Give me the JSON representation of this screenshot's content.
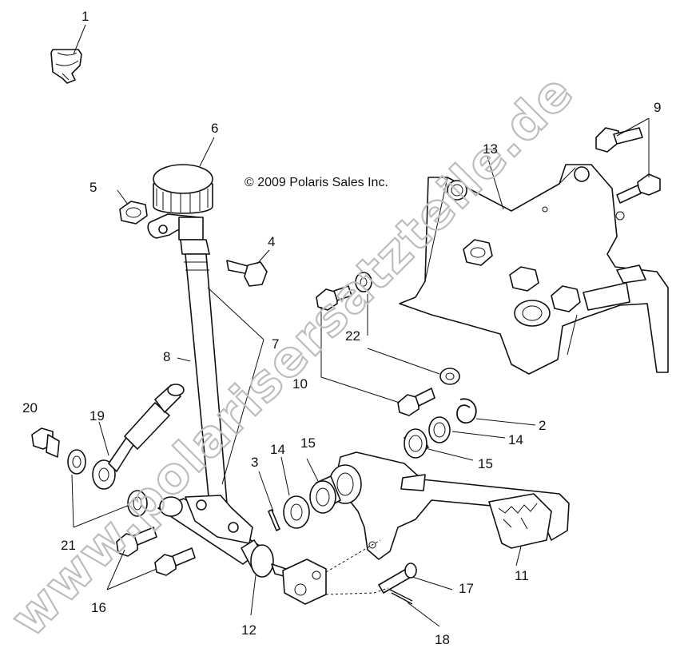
{
  "copyright": "© 2009 Polaris Sales Inc.",
  "watermark": "www.polarisersatzteile.de",
  "callouts": {
    "c1": "1",
    "c2": "2",
    "c3": "3",
    "c4": "4",
    "c5": "5",
    "c6": "6",
    "c7": "7",
    "c8": "8",
    "c9": "9",
    "c10": "10",
    "c11": "11",
    "c12": "12",
    "c13": "13",
    "c14a": "14",
    "c14b": "14",
    "c15a": "15",
    "c15b": "15",
    "c16": "16",
    "c17": "17",
    "c18": "18",
    "c19": "19",
    "c20": "20",
    "c21": "21",
    "c22": "22"
  }
}
